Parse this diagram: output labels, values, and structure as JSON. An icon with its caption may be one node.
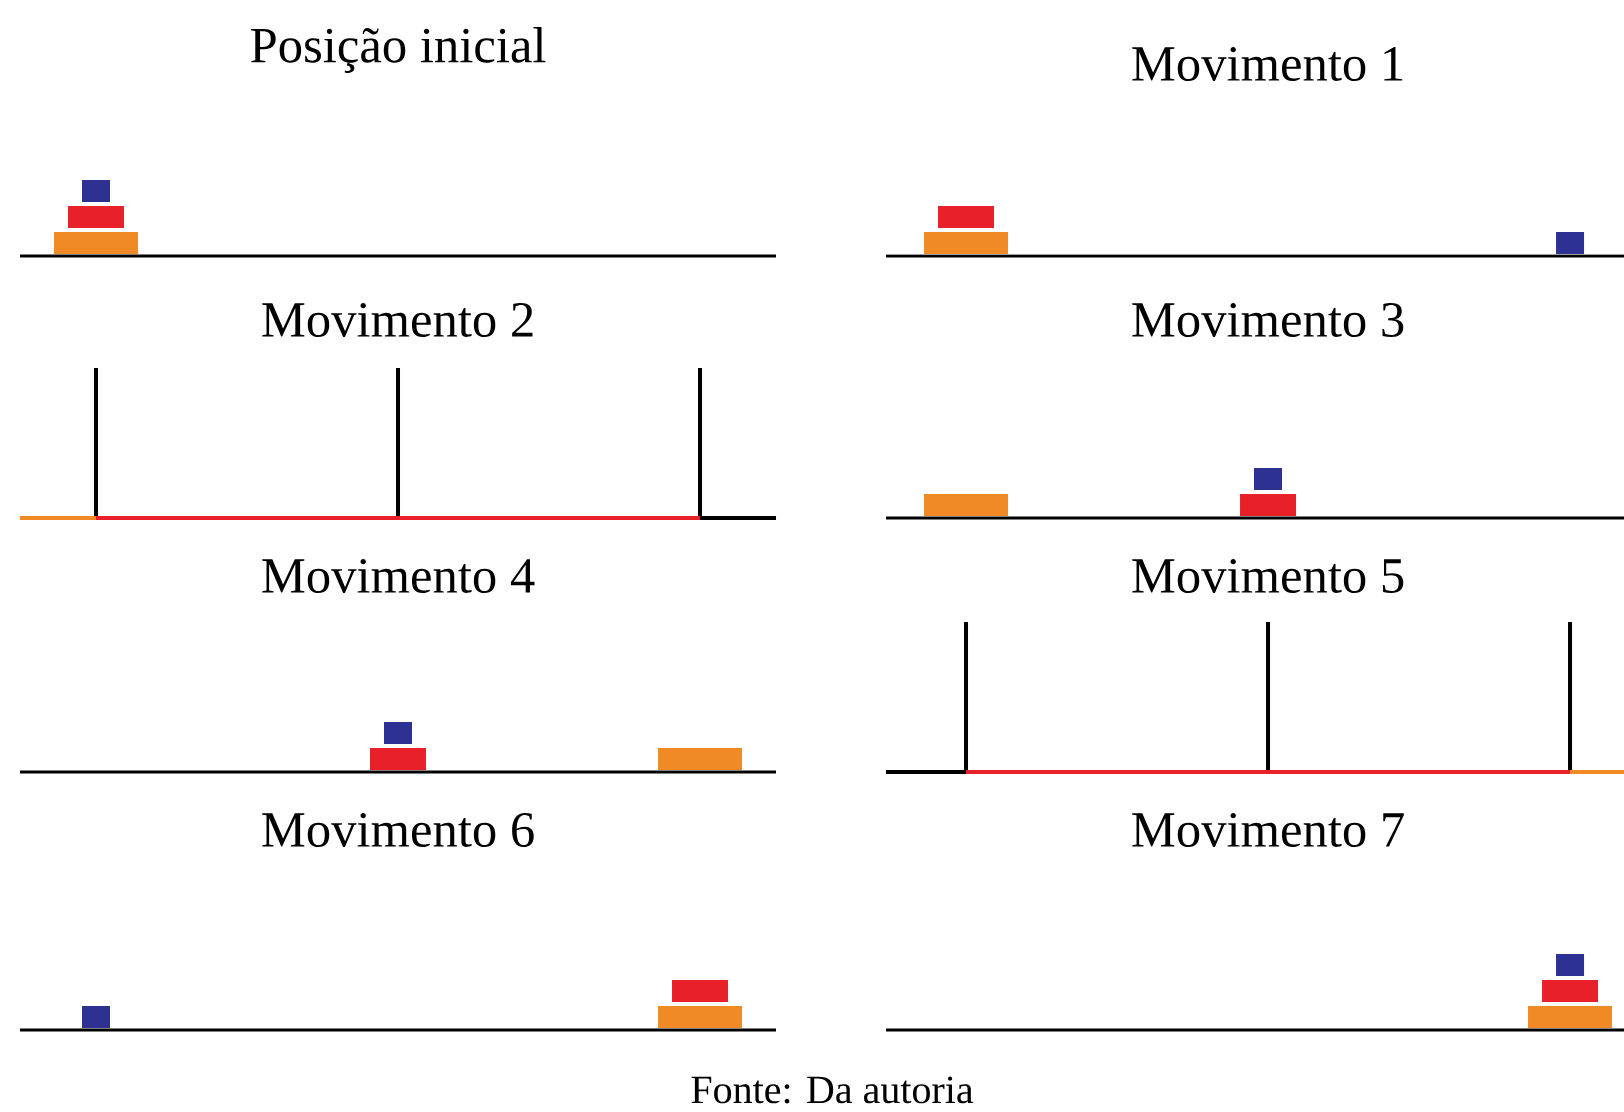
{
  "diagram": {
    "labels": [
      "Posição inicial",
      "Movimento 1",
      "Movimento 2",
      "Movimento 3",
      "Movimento 4",
      "Movimento 5",
      "Movimento 6",
      "Movimento 7"
    ],
    "caption": "Fonte:  Da autoria"
  }
}
